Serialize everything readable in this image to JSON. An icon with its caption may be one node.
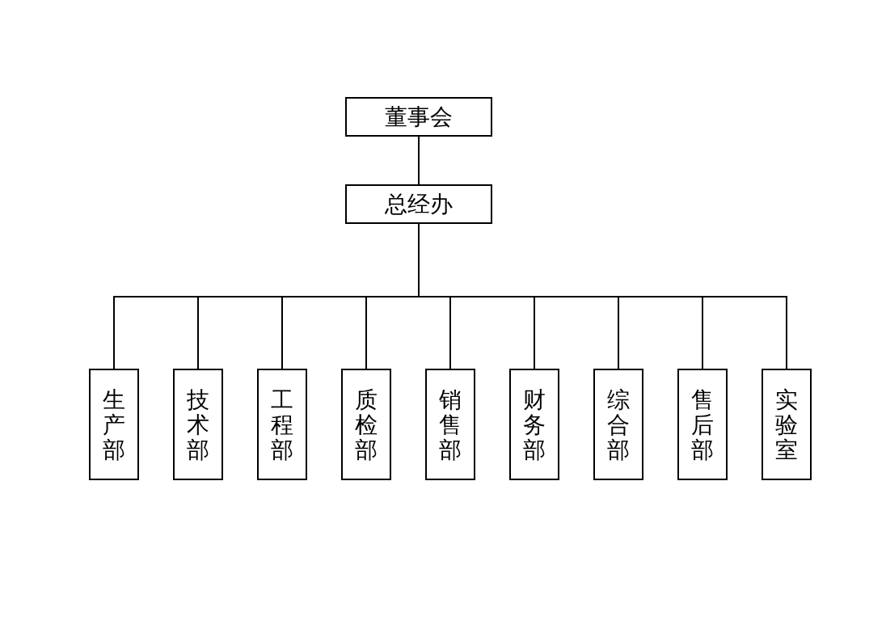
{
  "diagram": {
    "nodes": [
      {
        "text": [
          "董事会"
        ]
      },
      {
        "text": [
          "总经办"
        ]
      },
      {
        "text": [
          "生产部"
        ]
      },
      {
        "text": [
          "技术部"
        ]
      },
      {
        "text": [
          "工程部"
        ]
      },
      {
        "text": [
          "质检部"
        ]
      },
      {
        "text": [
          "销售部"
        ]
      },
      {
        "text": [
          "财务部"
        ]
      },
      {
        "text": [
          "综合部"
        ]
      },
      {
        "text": [
          "售后部"
        ]
      },
      {
        "text": [
          "实验室"
        ]
      }
    ],
    "edges": [
      {
        "from": 0,
        "to": 1,
        "arrow": "none"
      },
      {
        "from": 1,
        "to": 2,
        "arrow": "none"
      },
      {
        "from": 1,
        "to": 3,
        "arrow": "none"
      },
      {
        "from": 1,
        "to": 4,
        "arrow": "none"
      },
      {
        "from": 1,
        "to": 5,
        "arrow": "none"
      },
      {
        "from": 1,
        "to": 6,
        "arrow": "none"
      },
      {
        "from": 1,
        "to": 7,
        "arrow": "none"
      },
      {
        "from": 1,
        "to": 8,
        "arrow": "none"
      },
      {
        "from": 1,
        "to": 9,
        "arrow": "none"
      },
      {
        "from": 1,
        "to": 10,
        "arrow": "none"
      }
    ]
  }
}
